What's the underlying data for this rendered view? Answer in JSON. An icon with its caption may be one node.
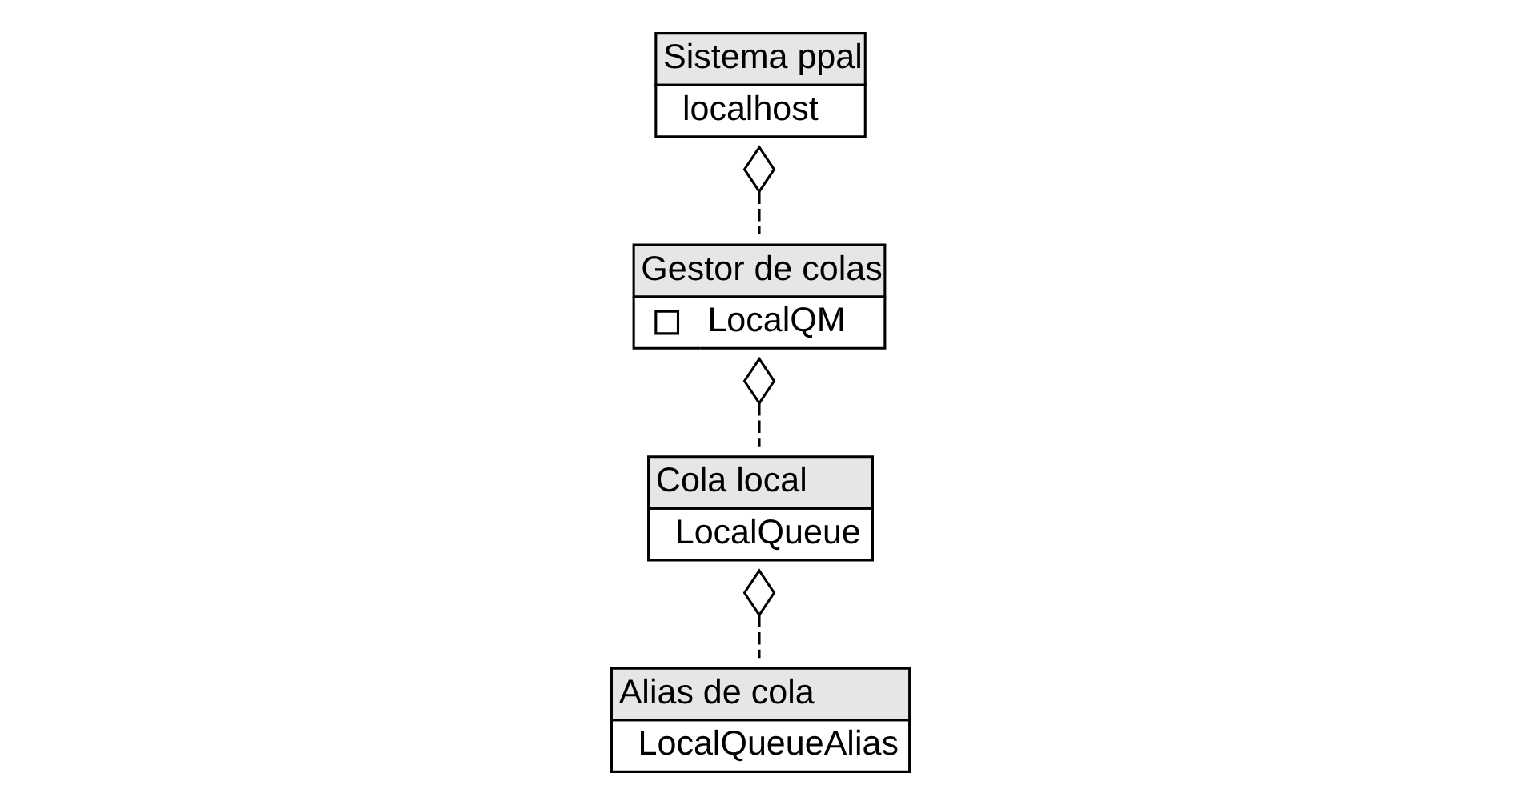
{
  "diagram": {
    "nodes": [
      {
        "text": [
          "Sistema ppal",
          "localhost"
        ]
      },
      {
        "text": [
          "Gestor de colas",
          "LocalQM"
        ]
      },
      {
        "text": [
          "Cola local",
          "LocalQueue"
        ]
      },
      {
        "text": [
          "Alias de cola",
          "LocalQueueAlias"
        ]
      }
    ],
    "edges": [
      {
        "from": 0,
        "to": 1,
        "arrow": "other",
        "style": "dashed"
      },
      {
        "from": 1,
        "to": 2,
        "arrow": "other",
        "style": "dashed"
      },
      {
        "from": 2,
        "to": 3,
        "arrow": "other",
        "style": "dashed"
      }
    ]
  }
}
